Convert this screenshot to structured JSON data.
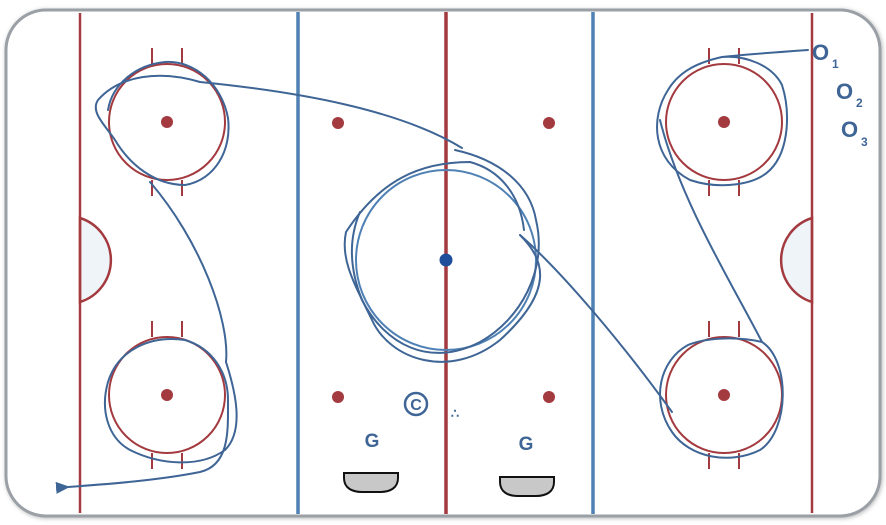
{
  "colors": {
    "board": "#9aa0a6",
    "ice": "#ffffff",
    "red_line": "#a33a3f",
    "blue_line": "#4f81b4",
    "crease_fill": "#eef4f7",
    "play_path": "#3e6595",
    "faceoff_dot": "#a33a3f",
    "center_dot": "#1f4e9a",
    "player_text": "#3e6595",
    "bench_fill": "#c8c8c8",
    "bench_stroke": "#111111"
  },
  "players": {
    "o1": {
      "letter": "O",
      "number": "1"
    },
    "o2": {
      "letter": "O",
      "number": "2"
    },
    "o3": {
      "letter": "O",
      "number": "3"
    },
    "coach": {
      "symbol": "C"
    },
    "goalie_left": {
      "letter": "G"
    },
    "goalie_right": {
      "letter": "G"
    }
  },
  "pucks": {
    "symbol": "∴"
  },
  "icons": {
    "coach": "coach-icon",
    "pucks": "pucks-icon",
    "nets": "net-icon"
  }
}
